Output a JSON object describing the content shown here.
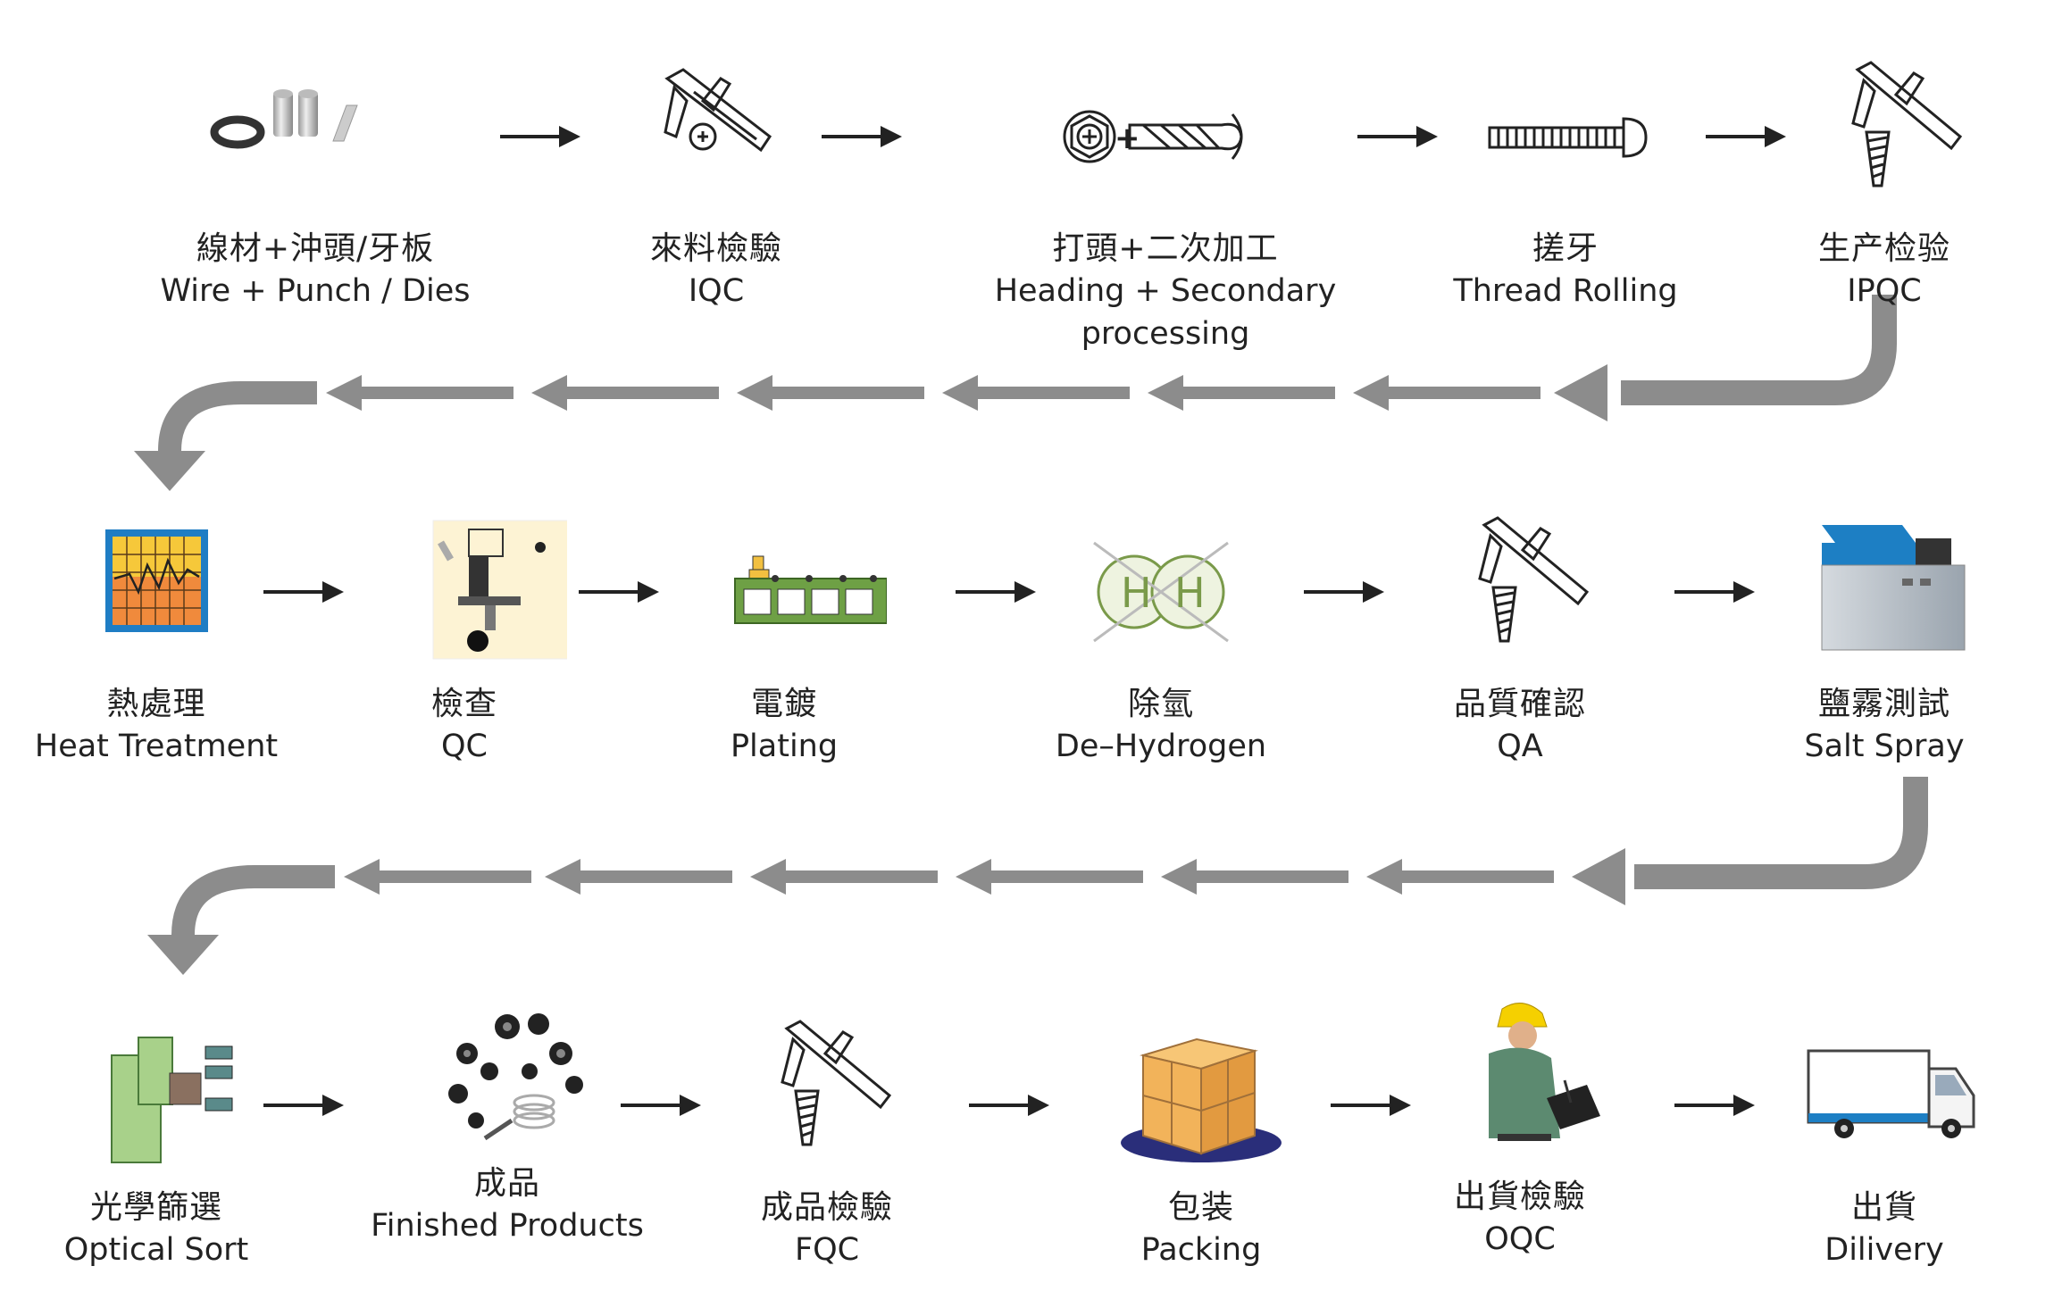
{
  "rows": [
    [
      {
        "zh": "線材+沖頭/牙板",
        "en": "Wire + Punch / Dies",
        "icon": "wire-coil-icon"
      },
      {
        "zh": "來料檢驗",
        "en": "IQC",
        "icon": "caliper-icon"
      },
      {
        "zh": "打頭+二次加工",
        "en": "Heading + Secondary processing",
        "icon": "screw-head-icon"
      },
      {
        "zh": "搓牙",
        "en": "Thread Rolling",
        "icon": "threaded-bolt-icon"
      },
      {
        "zh": "生产检验",
        "en": "IPQC",
        "icon": "caliper-screw-icon"
      }
    ],
    [
      {
        "zh": "熱處理",
        "en": "Heat Treatment",
        "icon": "heat-chart-icon"
      },
      {
        "zh": "檢查",
        "en": "QC",
        "icon": "microscope-icon"
      },
      {
        "zh": "電鍍",
        "en": "Plating",
        "icon": "plating-tank-icon"
      },
      {
        "zh": "除氫",
        "en": "De–Hydrogen",
        "icon": "hydrogen-icon"
      },
      {
        "zh": "品質確認",
        "en": "QA",
        "icon": "caliper-screw-icon"
      },
      {
        "zh": "鹽霧測試",
        "en": "Salt Spray",
        "icon": "salt-spray-chamber-icon"
      }
    ],
    [
      {
        "zh": "光學篩選",
        "en": "Optical Sort",
        "icon": "optical-sort-icon"
      },
      {
        "zh": "成品",
        "en": "Finished Products",
        "icon": "fasteners-icon"
      },
      {
        "zh": "成品檢驗",
        "en": "FQC",
        "icon": "caliper-screw-icon"
      },
      {
        "zh": "包装",
        "en": "Packing",
        "icon": "box-icon"
      },
      {
        "zh": "出貨檢驗",
        "en": "OQC",
        "icon": "inspector-icon"
      },
      {
        "zh": "出貨",
        "en": "Dilivery",
        "icon": "truck-icon"
      }
    ]
  ],
  "colors": {
    "arrow_gray": "#8c8c8c",
    "small_arrow": "#222222",
    "box_orange": "#f2b35a",
    "chamber_blue": "#1d7fc4",
    "helmet_yellow": "#f5d000",
    "shirt_green": "#5c8a70",
    "plating_green": "#6ea045",
    "sort_green": "#a8d18a"
  }
}
